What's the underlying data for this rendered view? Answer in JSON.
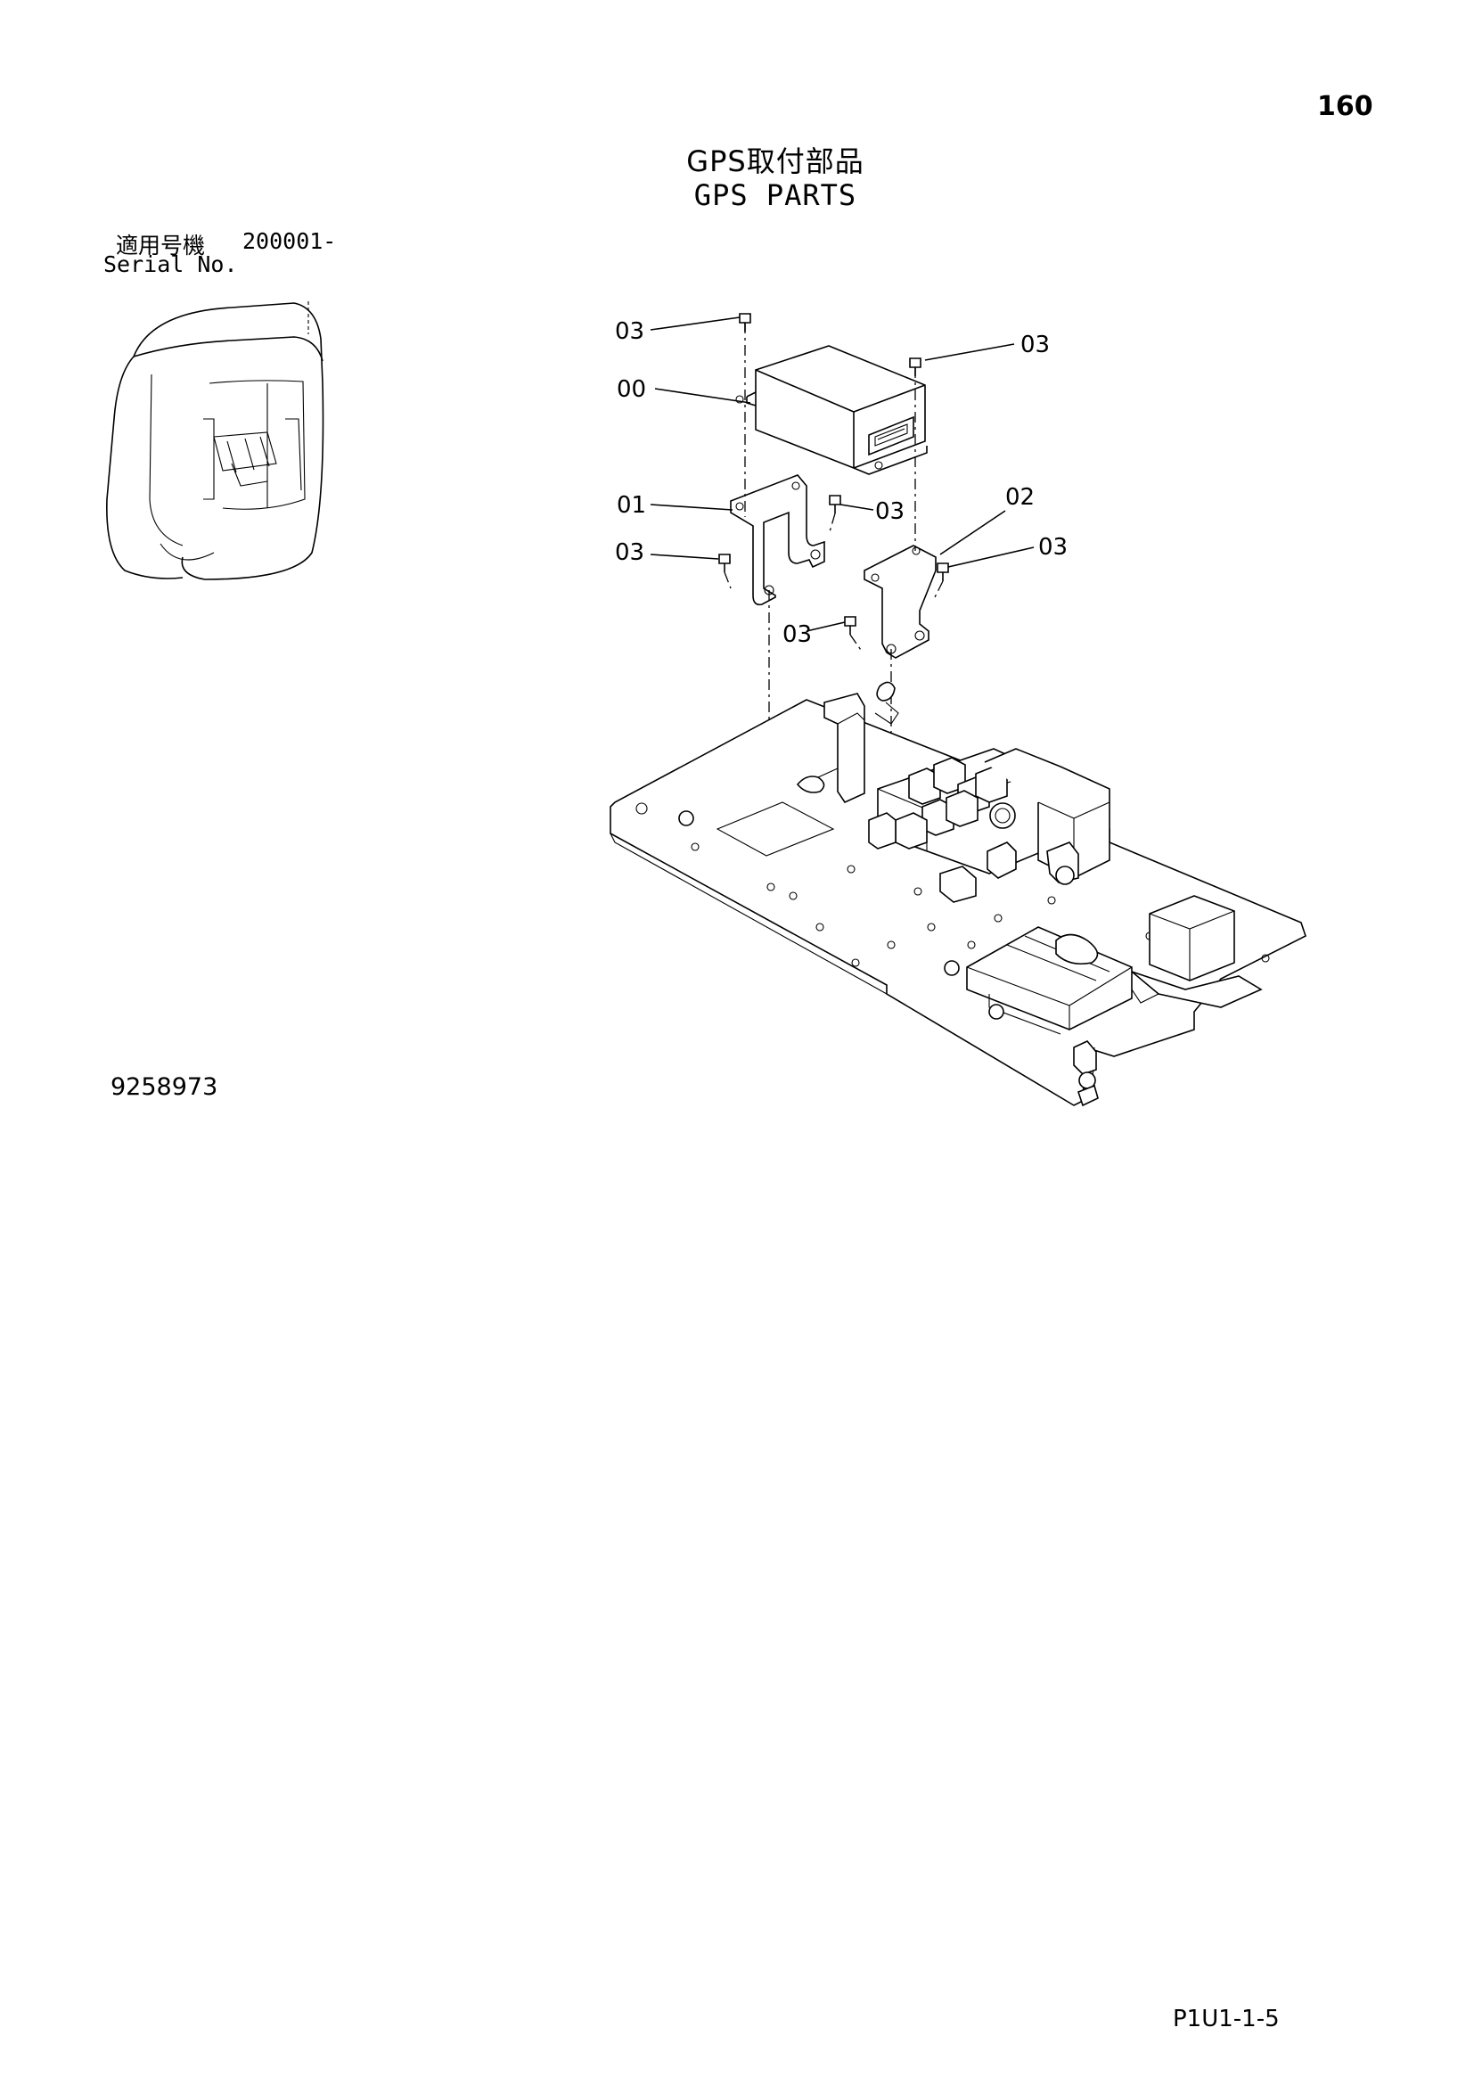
{
  "page_number": "160",
  "title_ja": "GPS取付部品",
  "title_en": "GPS PARTS",
  "serial": {
    "label_ja": "適用号機",
    "value": "200001-",
    "label_en": "Serial No."
  },
  "callouts": {
    "c1": "03",
    "c2": "03",
    "c3": "00",
    "c4": "01",
    "c5": "03",
    "c6": "02",
    "c7": "03",
    "c8": "03",
    "c9": "03"
  },
  "doc_id": "9258973",
  "page_ref": "P1U1-1-5"
}
